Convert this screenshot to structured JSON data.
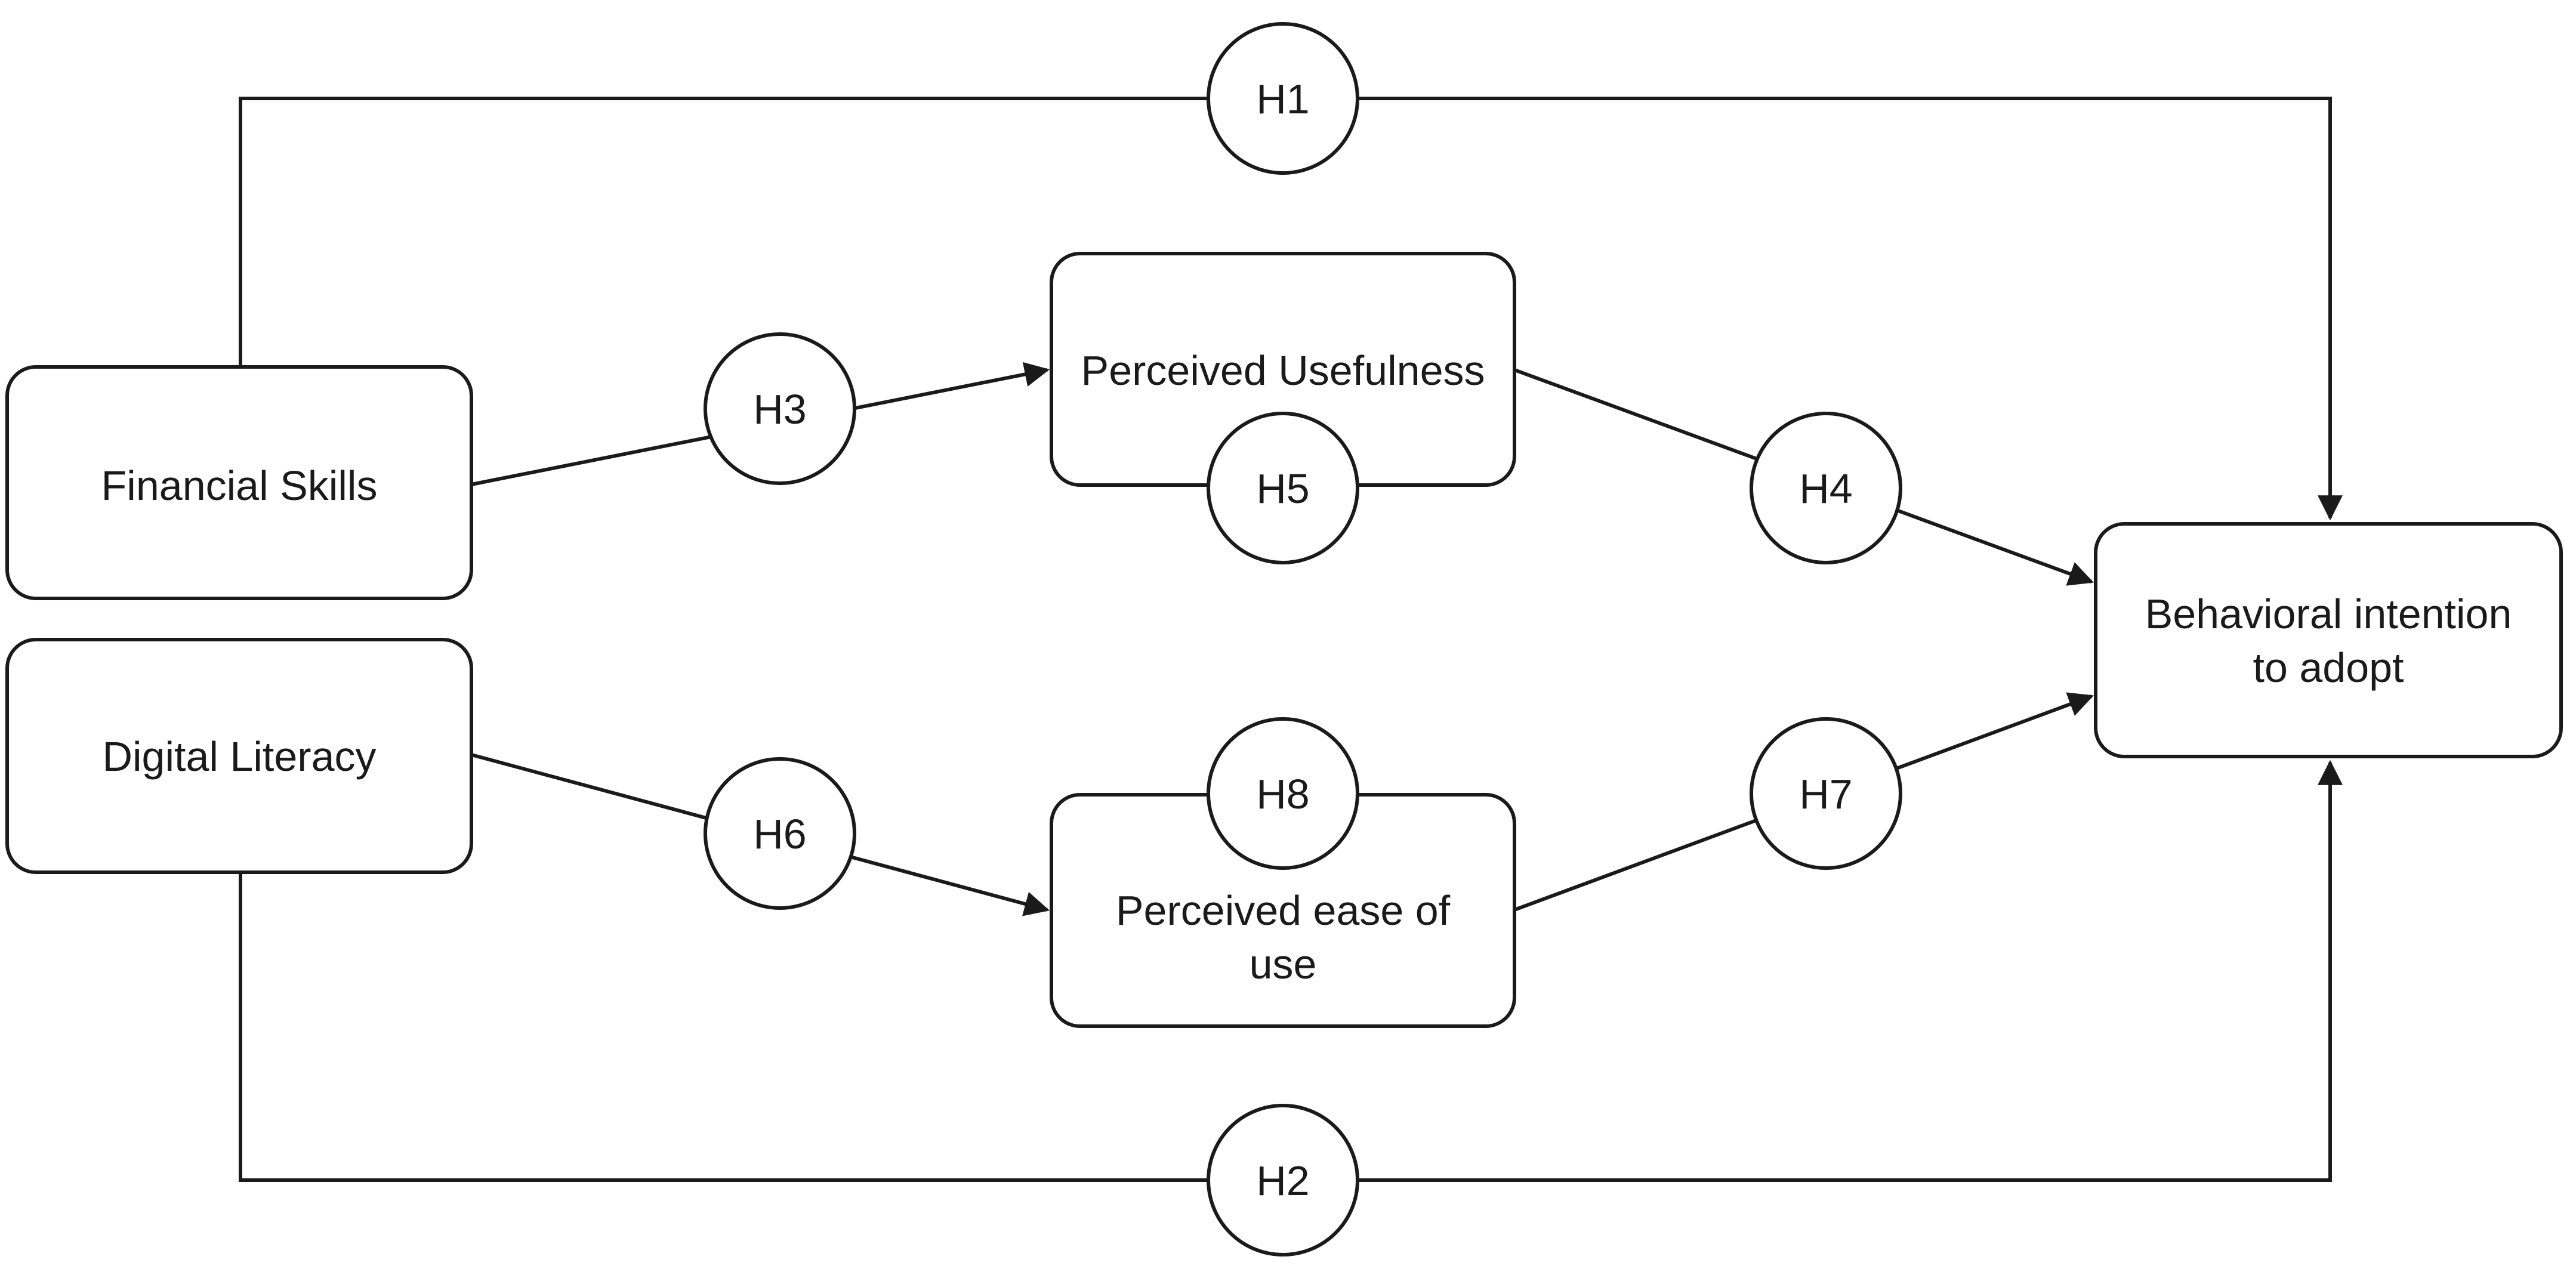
{
  "nodes": {
    "financial_skills": {
      "label": "Financial Skills"
    },
    "digital_literacy": {
      "label": "Digital Literacy"
    },
    "perceived_usefulness": {
      "label": "Perceived Usefulness"
    },
    "perceived_ease_of_use": {
      "label_line1": "Perceived ease of",
      "label_line2": "use"
    },
    "behavioral_intention": {
      "label_line1": "Behavioral intention",
      "label_line2": "to adopt"
    }
  },
  "hypotheses": {
    "h1": "H1",
    "h2": "H2",
    "h3": "H3",
    "h4": "H4",
    "h5": "H5",
    "h6": "H6",
    "h7": "H7",
    "h8": "H8"
  },
  "colors": {
    "stroke": "#1a1a1a",
    "background": "#ffffff"
  }
}
